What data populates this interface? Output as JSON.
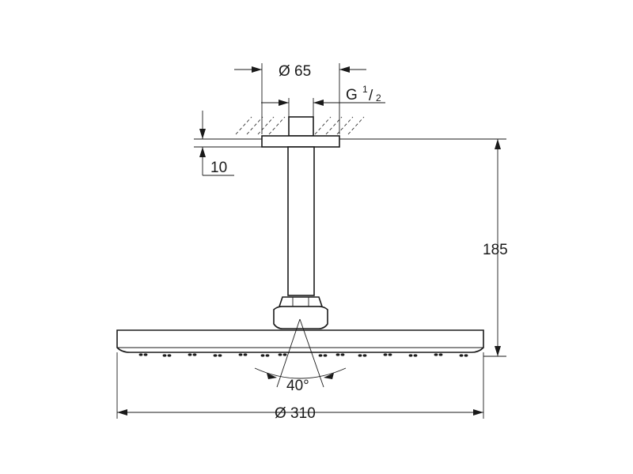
{
  "drawing": {
    "dimensions": {
      "flange_diameter": "Ø 65",
      "thread_label": "G",
      "thread_numerator": "1",
      "thread_separator": "/",
      "thread_denominator": "2",
      "flange_height": "10",
      "total_height": "185",
      "spray_angle": "40°",
      "head_diameter": "Ø 310"
    }
  }
}
